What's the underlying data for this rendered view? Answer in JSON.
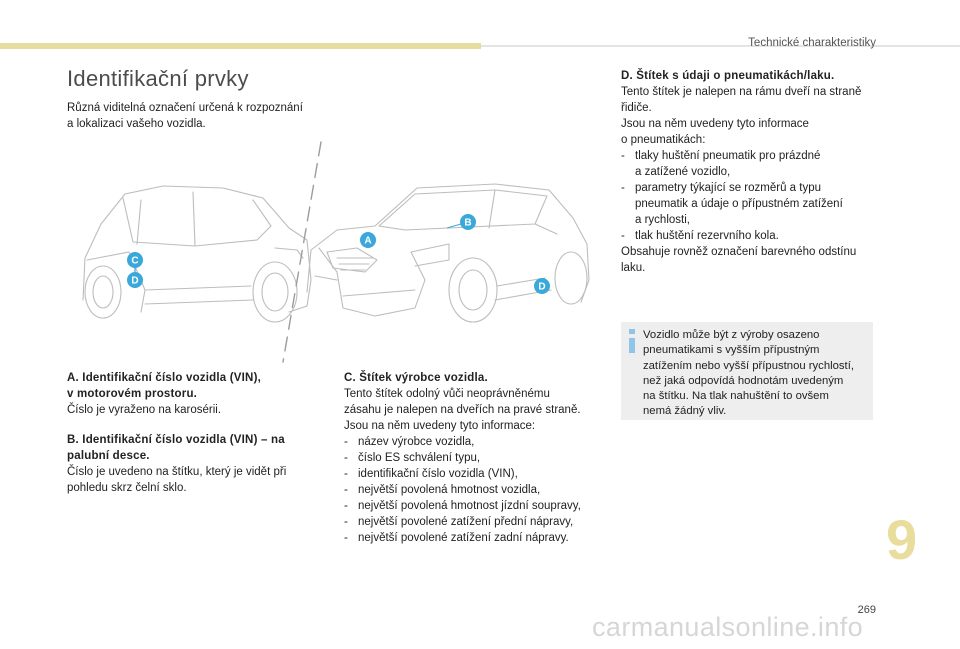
{
  "header": {
    "section": "Technické charakteristiky"
  },
  "title": "Identifikační prvky",
  "intro": [
    "Různá viditelná označení určená k rozpoznání",
    "a lokalizaci vašeho vozidla."
  ],
  "markers": {
    "a": "A",
    "b": "B",
    "c": "C",
    "d1": "D",
    "d2": "D"
  },
  "block_a": {
    "head": [
      "A. Identifikační číslo vozidla (VIN),",
      "v motorovém prostoru."
    ],
    "lines": [
      "Číslo je vyraženo na karosérii."
    ]
  },
  "block_b": {
    "head": [
      "B. Identifikační číslo vozidla (VIN) – na",
      "palubní desce."
    ],
    "lines": [
      "Číslo je uvedeno na štítku, který je vidět při",
      "pohledu skrz čelní sklo."
    ]
  },
  "block_c": {
    "head": "C. Štítek výrobce vozidla.",
    "lines": [
      "Tento štítek odolný vůči neoprávněnému",
      "zásahu je nalepen na dveřích na pravé straně.",
      "Jsou na něm uvedeny tyto informace:"
    ],
    "items": [
      "název výrobce vozidla,",
      "číslo ES schválení typu,",
      "identifikační číslo vozidla (VIN),",
      "největší povolená hmotnost vozidla,",
      "největší povolená hmotnost jízdní soupravy,",
      "největší povolené zatížení přední nápravy,",
      "největší povolené zatížení zadní nápravy."
    ]
  },
  "block_d": {
    "head": "D. Štítek s údaji o pneumatikách/laku.",
    "lines": [
      "Tento štítek je nalepen na rámu dveří na straně",
      "řidiče.",
      "Jsou na něm uvedeny tyto informace",
      "o pneumatikách:"
    ],
    "items": [
      [
        "tlaky huštění pneumatik pro prázdné",
        "a zatížené vozidlo,"
      ],
      [
        "parametry týkající se rozměrů a typu",
        "pneumatik a údaje o přípustném zatížení",
        "a rychlosti,"
      ],
      [
        "tlak huštění rezervního kola."
      ]
    ],
    "tail": [
      "Obsahuje rovněž označení barevného odstínu",
      "laku."
    ]
  },
  "info": [
    "Vozidlo může být z výroby osazeno",
    "pneumatikami s vyšším přípustným",
    "zatížením nebo vyšší přípustnou rychlostí,",
    "než jaká odpovídá hodnotám uvedeným",
    "na štítku. Na tlak nahuštění to ovšem",
    "nemá žádný vliv."
  ],
  "chapter": "9",
  "page_number": "269",
  "watermark": "carmanualsonline.info",
  "colors": {
    "accent_bar": "#e6dca0",
    "marker": "#3aa8d8",
    "info_icon": "#8fc5e8",
    "chapter": "#e8dd9c"
  }
}
